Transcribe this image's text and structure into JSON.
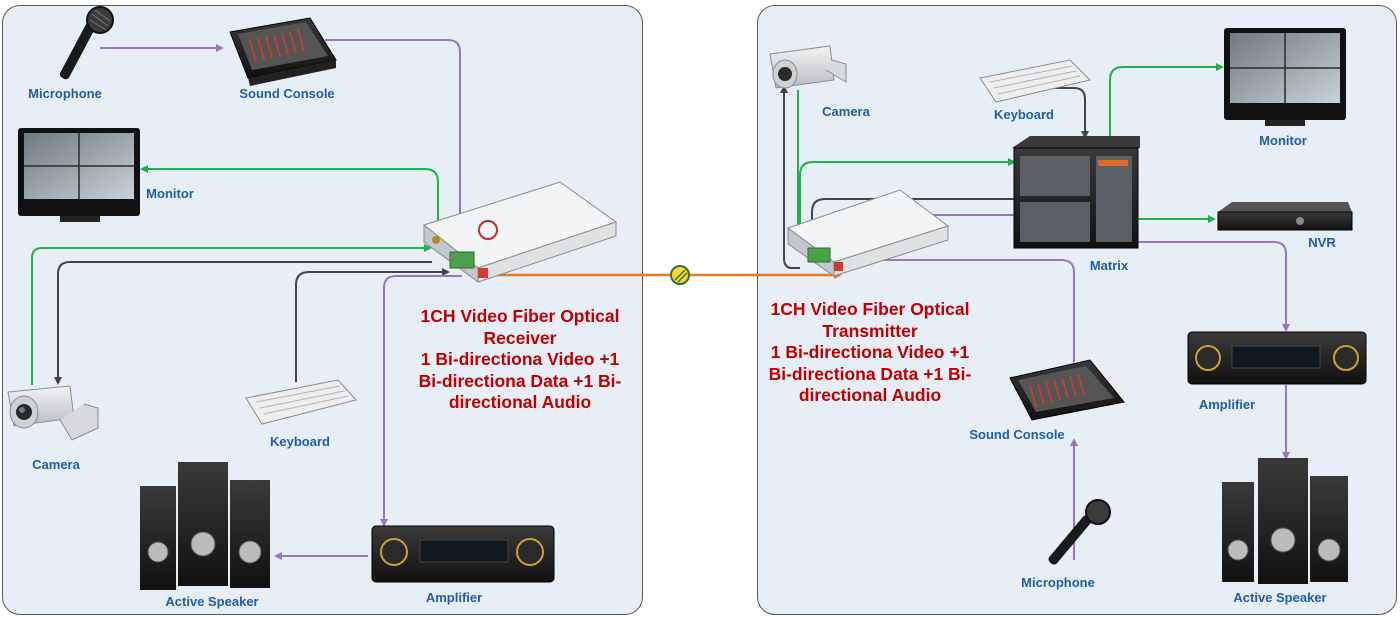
{
  "colors": {
    "audio": "#9a76c0",
    "video": "#22b04b",
    "data": "#444444",
    "fiber": "#e87722",
    "label": "#1f5fa8",
    "description": "#c00000",
    "panel_bg": "#e8eef6"
  },
  "left": {
    "microphone": "Microphone",
    "sound_console": "Sound Console",
    "monitor": "Monitor",
    "camera": "Camera",
    "keyboard": "Keyboard",
    "active_speaker": "Active Speaker",
    "amplifier": "Amplifier",
    "description": [
      "1CH Video Fiber Optical",
      "Receiver",
      "1 Bi-directiona Video +1",
      "Bi-directiona Data +1 Bi-",
      "directional Audio"
    ]
  },
  "right": {
    "camera": "Camera",
    "keyboard": "Keyboard",
    "monitor": "Monitor",
    "matrix": "Matrix",
    "nvr": "NVR",
    "amplifier": "Amplifier",
    "sound_console": "Sound Console",
    "microphone": "Microphone",
    "active_speaker": "Active Speaker",
    "description": [
      "1CH Video Fiber  Optical",
      "Transmitter",
      "1 Bi-directiona Video +1",
      "Bi-directiona Data +1 Bi-",
      "directional Audio"
    ]
  }
}
